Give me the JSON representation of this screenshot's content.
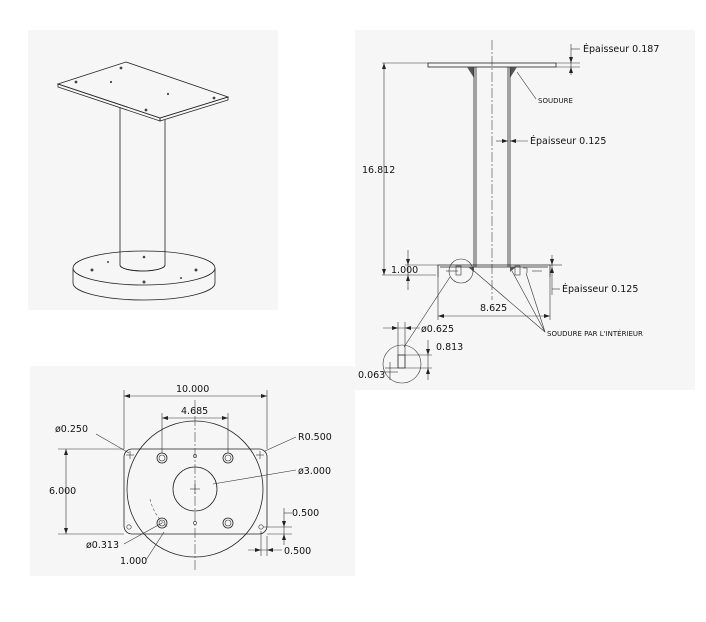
{
  "top_view": {
    "thickness_top_label": "Épaisseur 0.187",
    "weld_label": "SOUDURE",
    "thickness_tube_label": "Épaisseur 0.125",
    "height_dim": "16.812",
    "base_height_dim": "1.000",
    "thickness_base_label": "Épaisseur 0.125",
    "base_width_dim": "8.625",
    "inner_weld_label": "SOUDURE PAR L'INTÉRIEUR"
  },
  "detail": {
    "hole_dia": "ø0.625",
    "height_dim": "0.813",
    "width_dim": "0.063"
  },
  "plate_view": {
    "width_dim": "10.000",
    "hole_spacing_dim": "4.685",
    "corner_hole_dia": "ø0.250",
    "corner_radius": "R0.500",
    "center_hole_dia": "ø3.000",
    "height_dim": "6.000",
    "edge_offset_y": "0.500",
    "edge_offset_x": "0.500",
    "bolt_hole_dia": "ø0.313",
    "bolt_offset": "1.000"
  },
  "colors": {
    "lines": "#222222",
    "background": "#ffffff",
    "panel": "#f5f5f5"
  }
}
